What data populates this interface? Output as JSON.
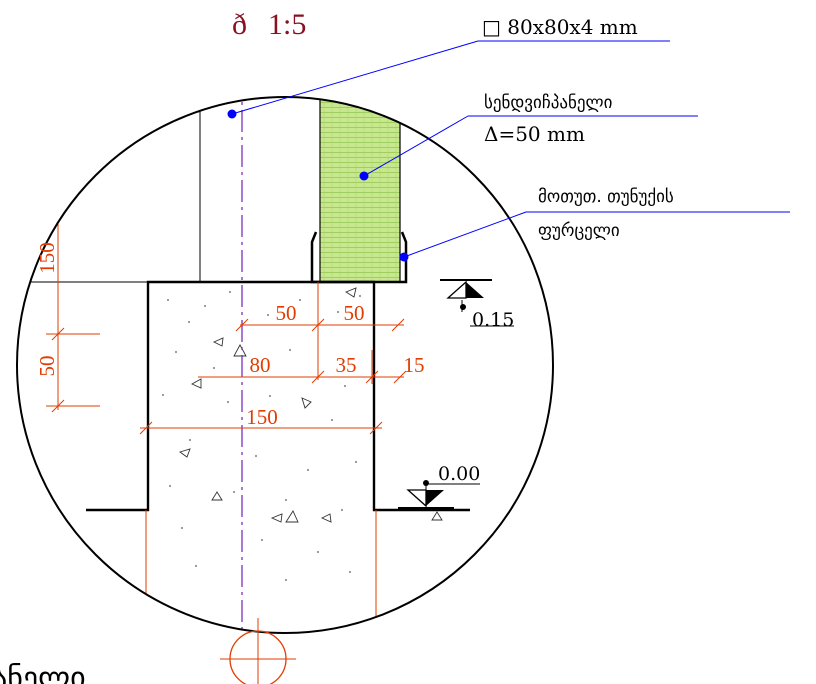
{
  "title": {
    "scale_letter": "ð",
    "scale": "1:5"
  },
  "labels": {
    "profile": "□ 80x80x4 mm",
    "insulation_line1": "სენდვიჩპანელი",
    "insulation_line2": "Δ=50 mm",
    "flashing_line1": "მოთუთ. თუნუქის",
    "flashing_line2": "ფურცელი",
    "bottom_cut": "ანელი"
  },
  "levels": {
    "upper": "0.15",
    "lower": "0.00"
  },
  "dimensions": {
    "vertical_150": "150",
    "vertical_50": "50",
    "row1_a": "50",
    "row1_b": "50",
    "row2_a": "80",
    "row2_b": "35",
    "row2_c": "15",
    "row3": "150"
  },
  "colors": {
    "dimension": "#e23c00",
    "leader": "#0000ff",
    "axis": "#7b2fbe",
    "insulation": "#c7e88e",
    "scale_text": "#8a1020"
  }
}
